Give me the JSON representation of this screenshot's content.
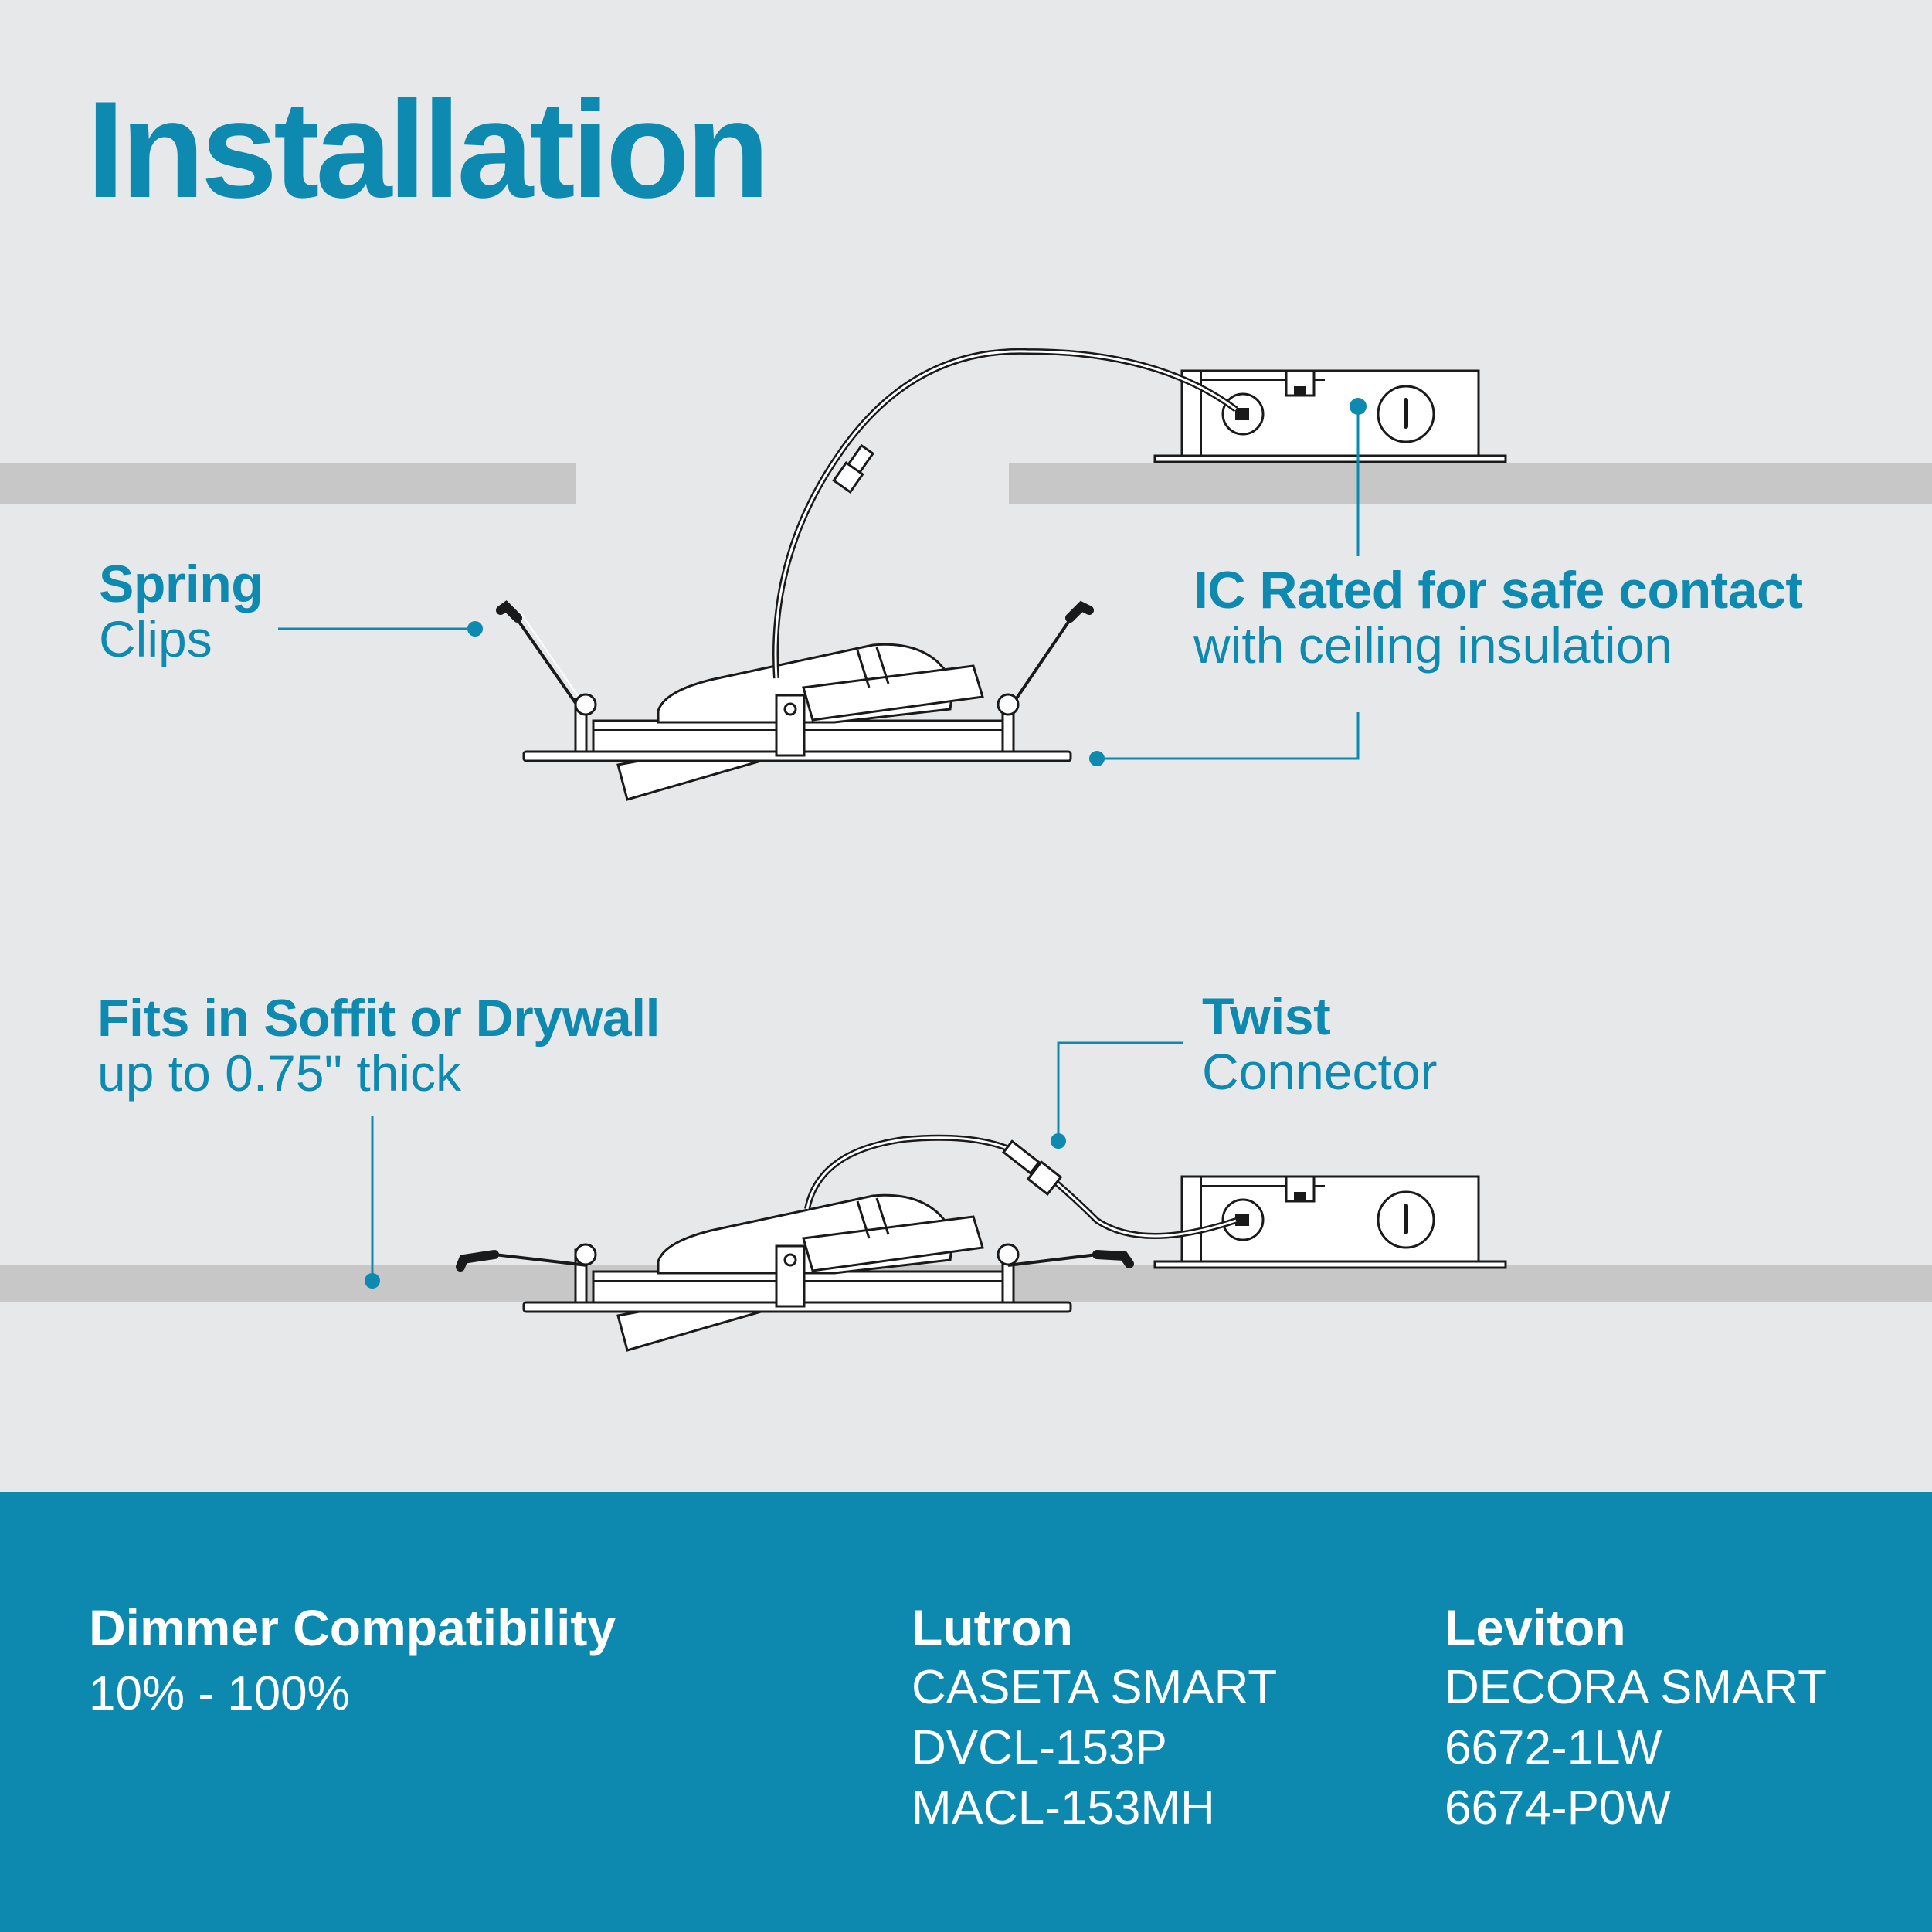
{
  "title": "Installation",
  "callouts": {
    "spring_clips": {
      "bold": "Spring",
      "light": "Clips"
    },
    "ic_rated": {
      "bold": "IC Rated for safe contact",
      "light": "with ceiling insulation"
    },
    "soffit": {
      "bold": "Fits in Soffit or Drywall",
      "light": "up to 0.75\" thick"
    },
    "twist": {
      "bold": "Twist",
      "light": "Connector"
    }
  },
  "dimmer": {
    "heading": "Dimmer Compatibility",
    "range": "10% - 100%"
  },
  "brands": [
    {
      "name": "Lutron",
      "models": [
        "CASETA SMART",
        "DVCL-153P",
        "MACL-153MH"
      ]
    },
    {
      "name": "Leviton",
      "models": [
        "DECORA SMART",
        "6672-1LW",
        "6674-P0W"
      ]
    }
  ],
  "colors": {
    "accent": "#0e89b0",
    "band": "#0d89b0",
    "background": "#e7e8e9",
    "ceiling": "#c6c7c6"
  }
}
